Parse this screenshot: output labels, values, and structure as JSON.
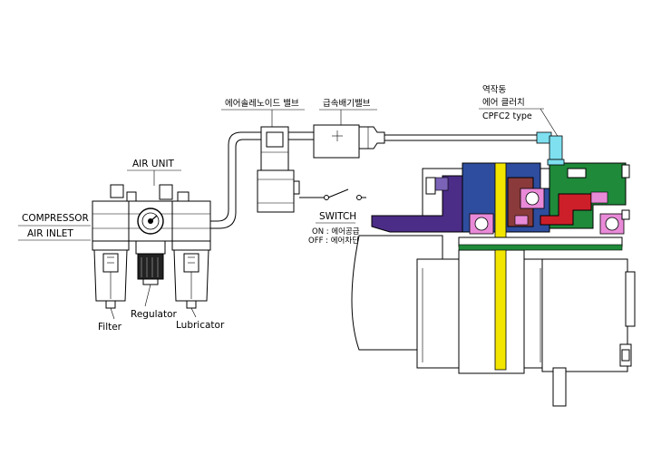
{
  "labels": {
    "solenoid_valve": "에어솔레노이드 밸브",
    "quick_exhaust_valve": "급속배기밸브",
    "clutch_line1": "역작동",
    "clutch_line2": "에어 클러치",
    "clutch_line3": "CPFC2  type",
    "air_unit": "AIR UNIT",
    "compressor": "COMPRESSOR",
    "air_inlet": "AIR  INLET",
    "switch": "SWITCH",
    "switch_on": "ON  :  에어공급",
    "switch_off": "OFF  :  에어차단",
    "filter": "Filter",
    "regulator": "Regulator",
    "lubricator": "Lubricator"
  },
  "colors": {
    "purple_body": "#4b2c86",
    "blue_body": "#2e4d9e",
    "green_body": "#1f8a3a",
    "red_body": "#cc1f2a",
    "brown_body": "#8a3a3a",
    "yellow_band": "#f2e600",
    "pink_bearing": "#e98ad8",
    "cyan_fitting": "#7fe0f0",
    "line": "#000000"
  }
}
